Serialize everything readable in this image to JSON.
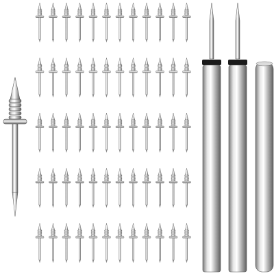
{
  "image": {
    "description_free": true,
    "background_color": "#ffffff",
    "metal_colors": {
      "light": "#f2f2f2",
      "mid": "#bdbdbd",
      "dark": "#6e6e6e",
      "edge": "#4a4a4a"
    }
  },
  "pin_grid": {
    "rows": 5,
    "columns": 12,
    "icon": "double-pointed-nail-icon"
  },
  "large_pin": {
    "icon": "threaded-mounting-pin-icon"
  },
  "tool_sleeves": {
    "count": 3,
    "icons": [
      "setting-tool-with-tip-icon",
      "setting-tool-with-tip-icon",
      "setting-tool-sleeve-icon"
    ]
  }
}
